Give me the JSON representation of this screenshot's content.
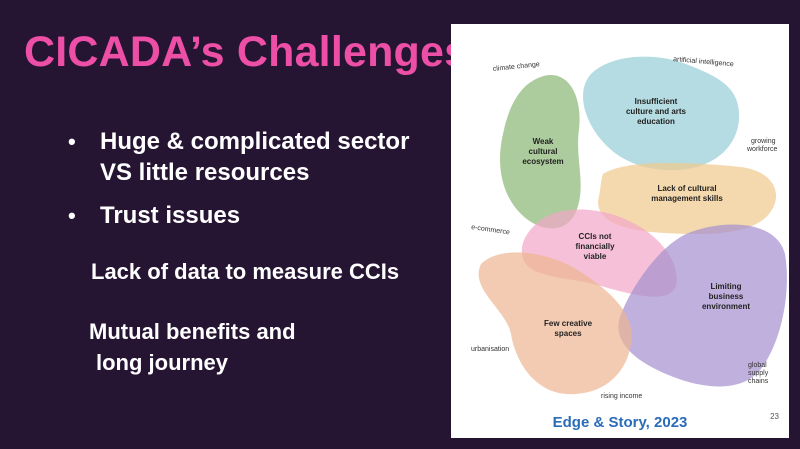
{
  "slide": {
    "title": "CICADA’s Challenges",
    "bullets": [
      {
        "line1": "Huge & complicated sector",
        "line2": "VS little resources"
      },
      {
        "line1": "Trust issues",
        "line2": ""
      }
    ],
    "sub_points": {
      "data": "Lack of data to measure CCIs",
      "mutual_line1": "Mutual benefits and",
      "mutual_line2": "long journey"
    },
    "bullet_glyph": "•"
  },
  "figure": {
    "caption": "Edge & Story, 2023",
    "page_number": "23",
    "outer_labels": {
      "climate_change": "climate change",
      "artificial_intelligence": "artificial intelligence",
      "growing_workforce_1": "growing",
      "growing_workforce_2": "workforce",
      "e_commerce": "e-commerce",
      "urbanisation": "urbanisation",
      "global_1": "global",
      "global_2": "supply",
      "global_3": "chains",
      "rising_income": "rising income"
    },
    "blobs": {
      "weak_1": "Weak",
      "weak_2": "cultural",
      "weak_3": "ecosystem",
      "insufficient_1": "Insufficient",
      "insufficient_2": "culture and arts",
      "insufficient_3": "education",
      "lack_mgmt_1": "Lack of cultural",
      "lack_mgmt_2": "management skills",
      "ccis_1": "CCIs not",
      "ccis_2": "financially",
      "ccis_3": "viable",
      "limiting_1": "Limiting",
      "limiting_2": "business",
      "limiting_3": "environment",
      "few_1": "Few creative",
      "few_2": "spaces"
    },
    "colors": {
      "green": "#7fb069",
      "teal": "#8ec9d2",
      "yellow": "#f1c98b",
      "pink": "#f2a6c7",
      "purple": "#a58fcf",
      "orange": "#eeb592"
    }
  }
}
